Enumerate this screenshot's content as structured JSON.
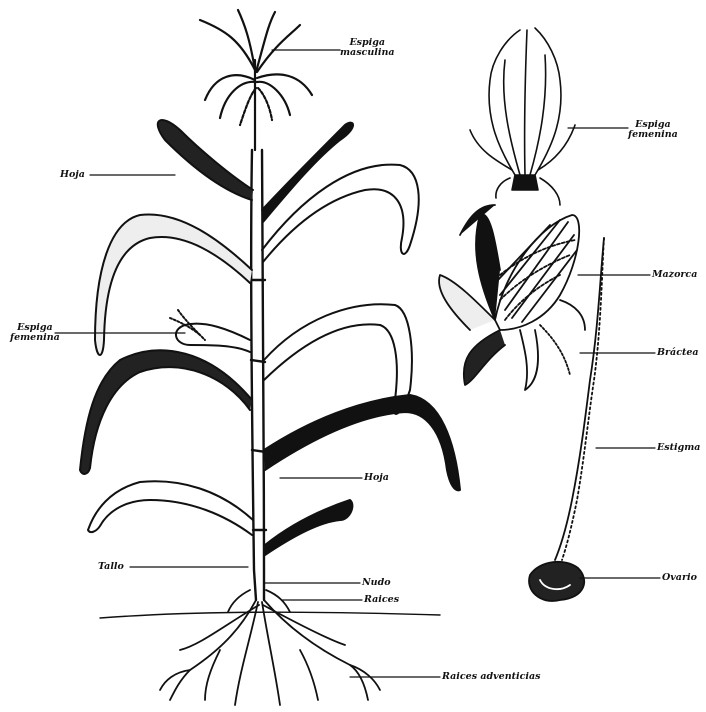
{
  "labels": {
    "espiga_masculina": [
      "Espiga",
      "masculina"
    ],
    "hoja_left": "Hoja",
    "espiga_femenina_left": [
      "Espiga",
      "femenina"
    ],
    "hoja_right": "Hoja",
    "tallo": "Tallo",
    "nudo": "Nudo",
    "raices": "Raices",
    "raices_adventicias": "Raices adventicias",
    "espiga_femenina_right": [
      "Espiga",
      "femenina"
    ],
    "mazorca": "Mazorca",
    "bractea": "Bráctea",
    "estigma": "Estigma",
    "ovario": "Ovario"
  },
  "colors": {
    "ink": "#111111",
    "paper": "#ffffff"
  }
}
